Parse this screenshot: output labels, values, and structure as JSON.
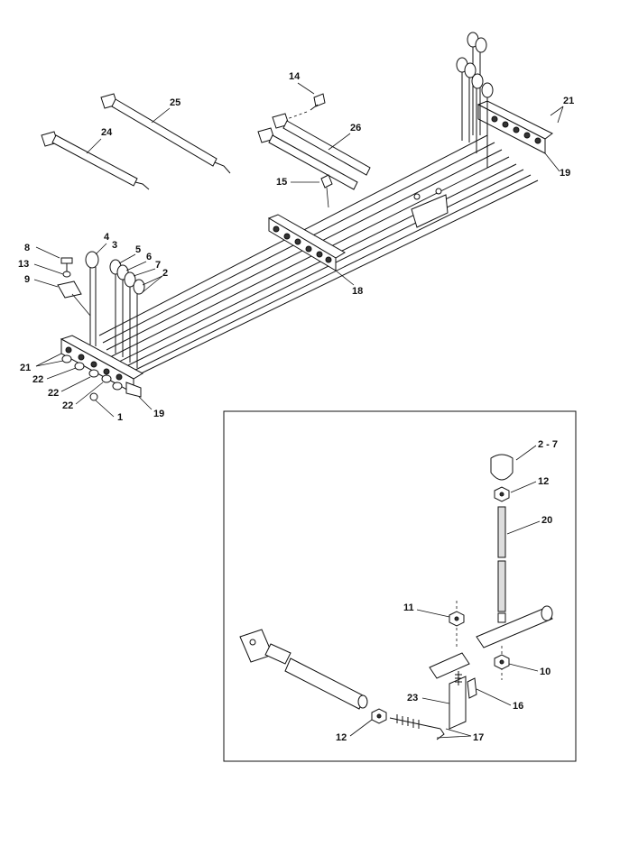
{
  "callouts": {
    "n1": "1",
    "n2": "2",
    "n2b": "2",
    "n3": "3",
    "n4": "4",
    "n5": "5",
    "n6": "6",
    "n7": "7",
    "n8": "8",
    "n9": "9",
    "n13": "13",
    "n14": "14",
    "n15": "15",
    "n18": "18",
    "n19a": "19",
    "n19b": "19",
    "n21a": "21",
    "n21b": "21",
    "n22a": "22",
    "n22b": "22",
    "n22c": "22",
    "n24": "24",
    "n25": "25",
    "n26": "26"
  },
  "detail": {
    "n2_7": "2 - 7",
    "n12a": "12",
    "n12b": "12",
    "n20": "20",
    "n11": "11",
    "n10": "10",
    "n23": "23",
    "n16": "16",
    "n17": "17"
  }
}
